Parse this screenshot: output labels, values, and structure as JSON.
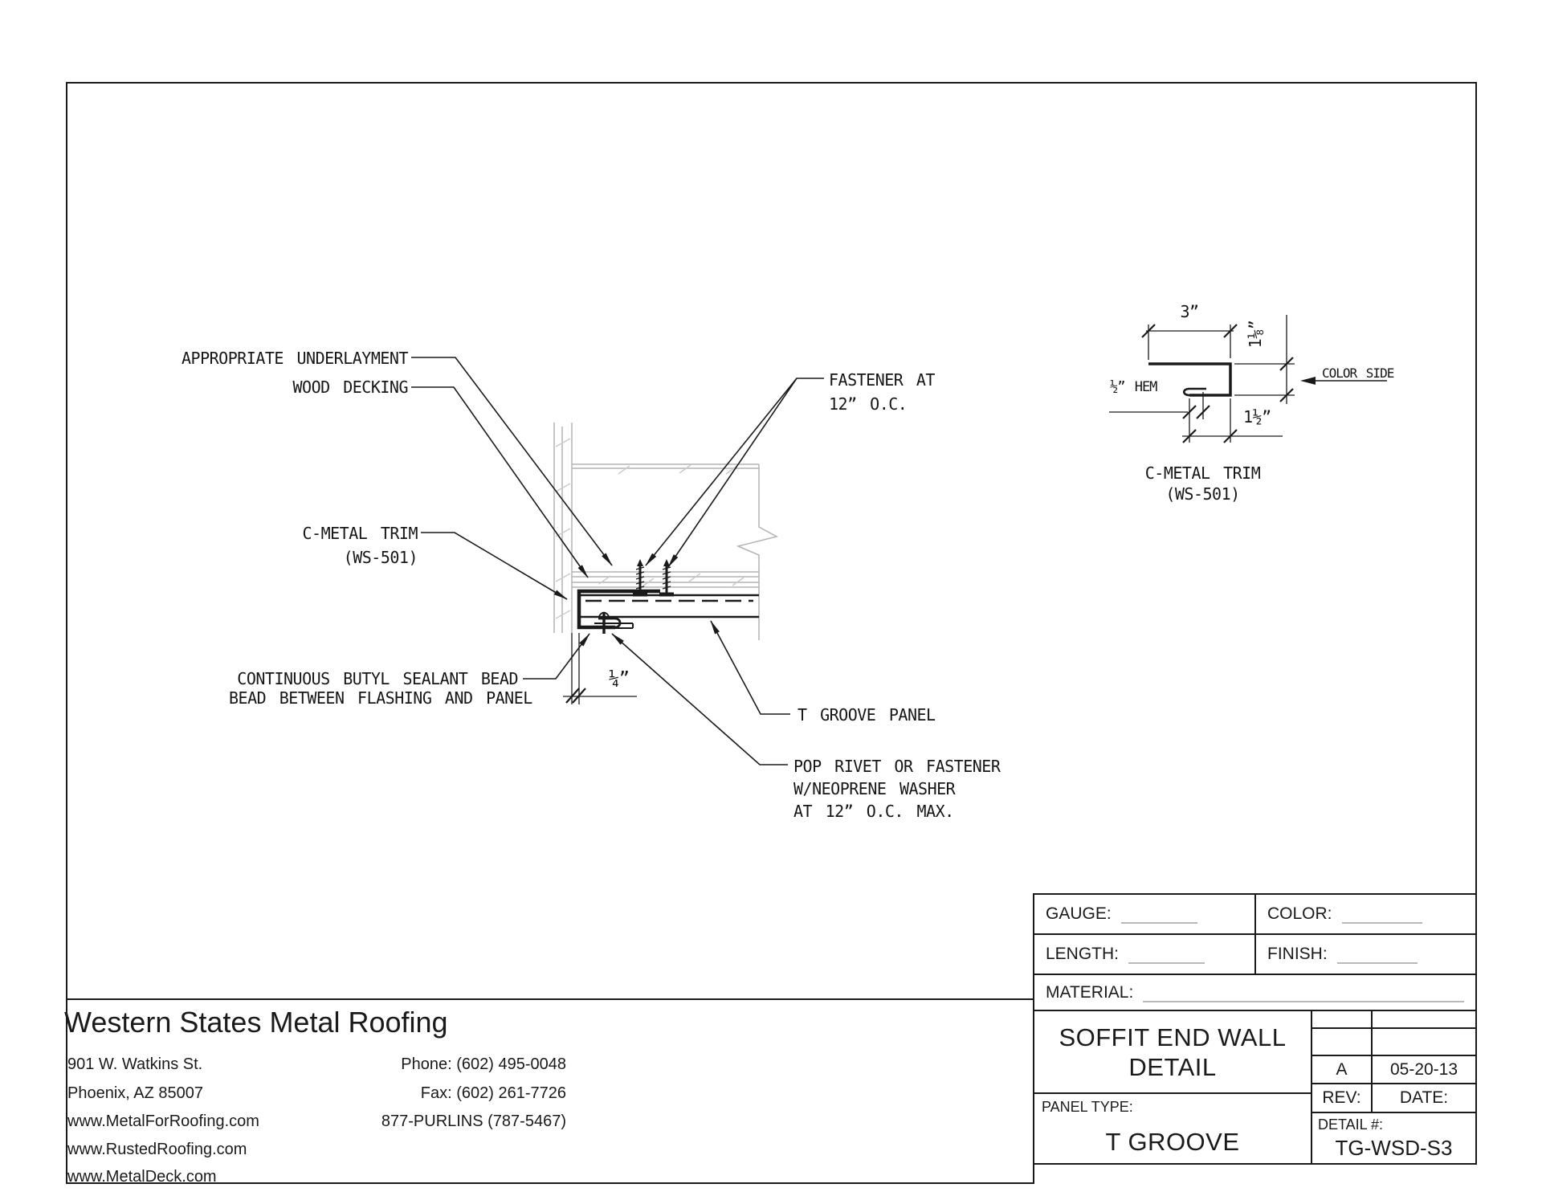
{
  "drawing": {
    "labels": {
      "underlayment": "APPROPRIATE UNDERLAYMENT",
      "wood_decking": "WOOD DECKING",
      "trim1": "C-METAL TRIM",
      "trim2": "(WS-501)",
      "butyl1": "CONTINUOUS BUTYL SEALANT BEAD",
      "butyl2": "BEAD BETWEEN FLASHING AND PANEL",
      "fastener1": "FASTENER AT",
      "fastener2": "12” O.C.",
      "panel": "T GROOVE PANEL",
      "rivet1": "POP RIVET OR FASTENER",
      "rivet2": "W/NEOPRENE WASHER",
      "rivet3": "AT 12” O.C. MAX.",
      "dim_quarter": "¼”"
    },
    "profile": {
      "dim_width": "3”",
      "dim_height": "1⅛”",
      "color_side": "COLOR SIDE",
      "hem": "½” HEM",
      "dim_bottom": "1½”",
      "caption1": "C-METAL TRIM",
      "caption2": "(WS-501)"
    }
  },
  "company": {
    "name": "Western States Metal Roofing",
    "address1": "901 W. Watkins St.",
    "address2": "Phoenix, AZ 85007",
    "website1": "www.MetalForRoofing.com",
    "website2": "www.RustedRoofing.com",
    "website3": "www.MetalDeck.com",
    "phone": "Phone: (602) 495-0048",
    "fax": "Fax: (602) 261-7726",
    "tollfree": "877-PURLINS (787-5467)"
  },
  "titleblock": {
    "gauge_label": "GAUGE:",
    "color_label": "COLOR:",
    "length_label": "LENGTH:",
    "finish_label": "FINISH:",
    "material_label": "MATERIAL:",
    "title1": "SOFFIT END WALL",
    "title2": "DETAIL",
    "panel_type_label": "PANEL TYPE:",
    "panel_type_value": "T GROOVE",
    "rev_value": "A",
    "date_value": "05-20-13",
    "rev_label": "REV:",
    "date_label": "DATE:",
    "detail_label": "DETAIL #:",
    "detail_value": "TG-WSD-S3"
  }
}
